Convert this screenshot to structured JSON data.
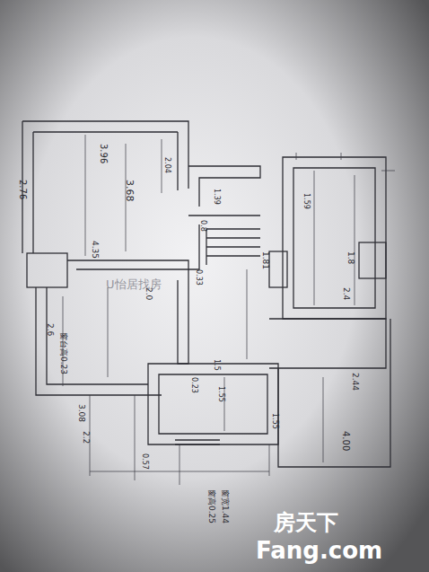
{
  "diagram": {
    "labels": [
      "3.96",
      "3.68",
      "2.76",
      "4.35",
      "2.04",
      "1.39",
      "1.59",
      "1.81",
      "0.8",
      "2.0",
      "3.08",
      "1.55",
      "1.8",
      "0.57",
      "2.2",
      "2.6",
      "2.44",
      "1.55",
      "4.00",
      "2.4",
      "1.5",
      "0.33",
      "0.23",
      "窗台高0.23",
      "窗高0.25",
      "窗宽1.44",
      "U怡居找房",
      "房天下",
      "Fang.com"
    ]
  }
}
